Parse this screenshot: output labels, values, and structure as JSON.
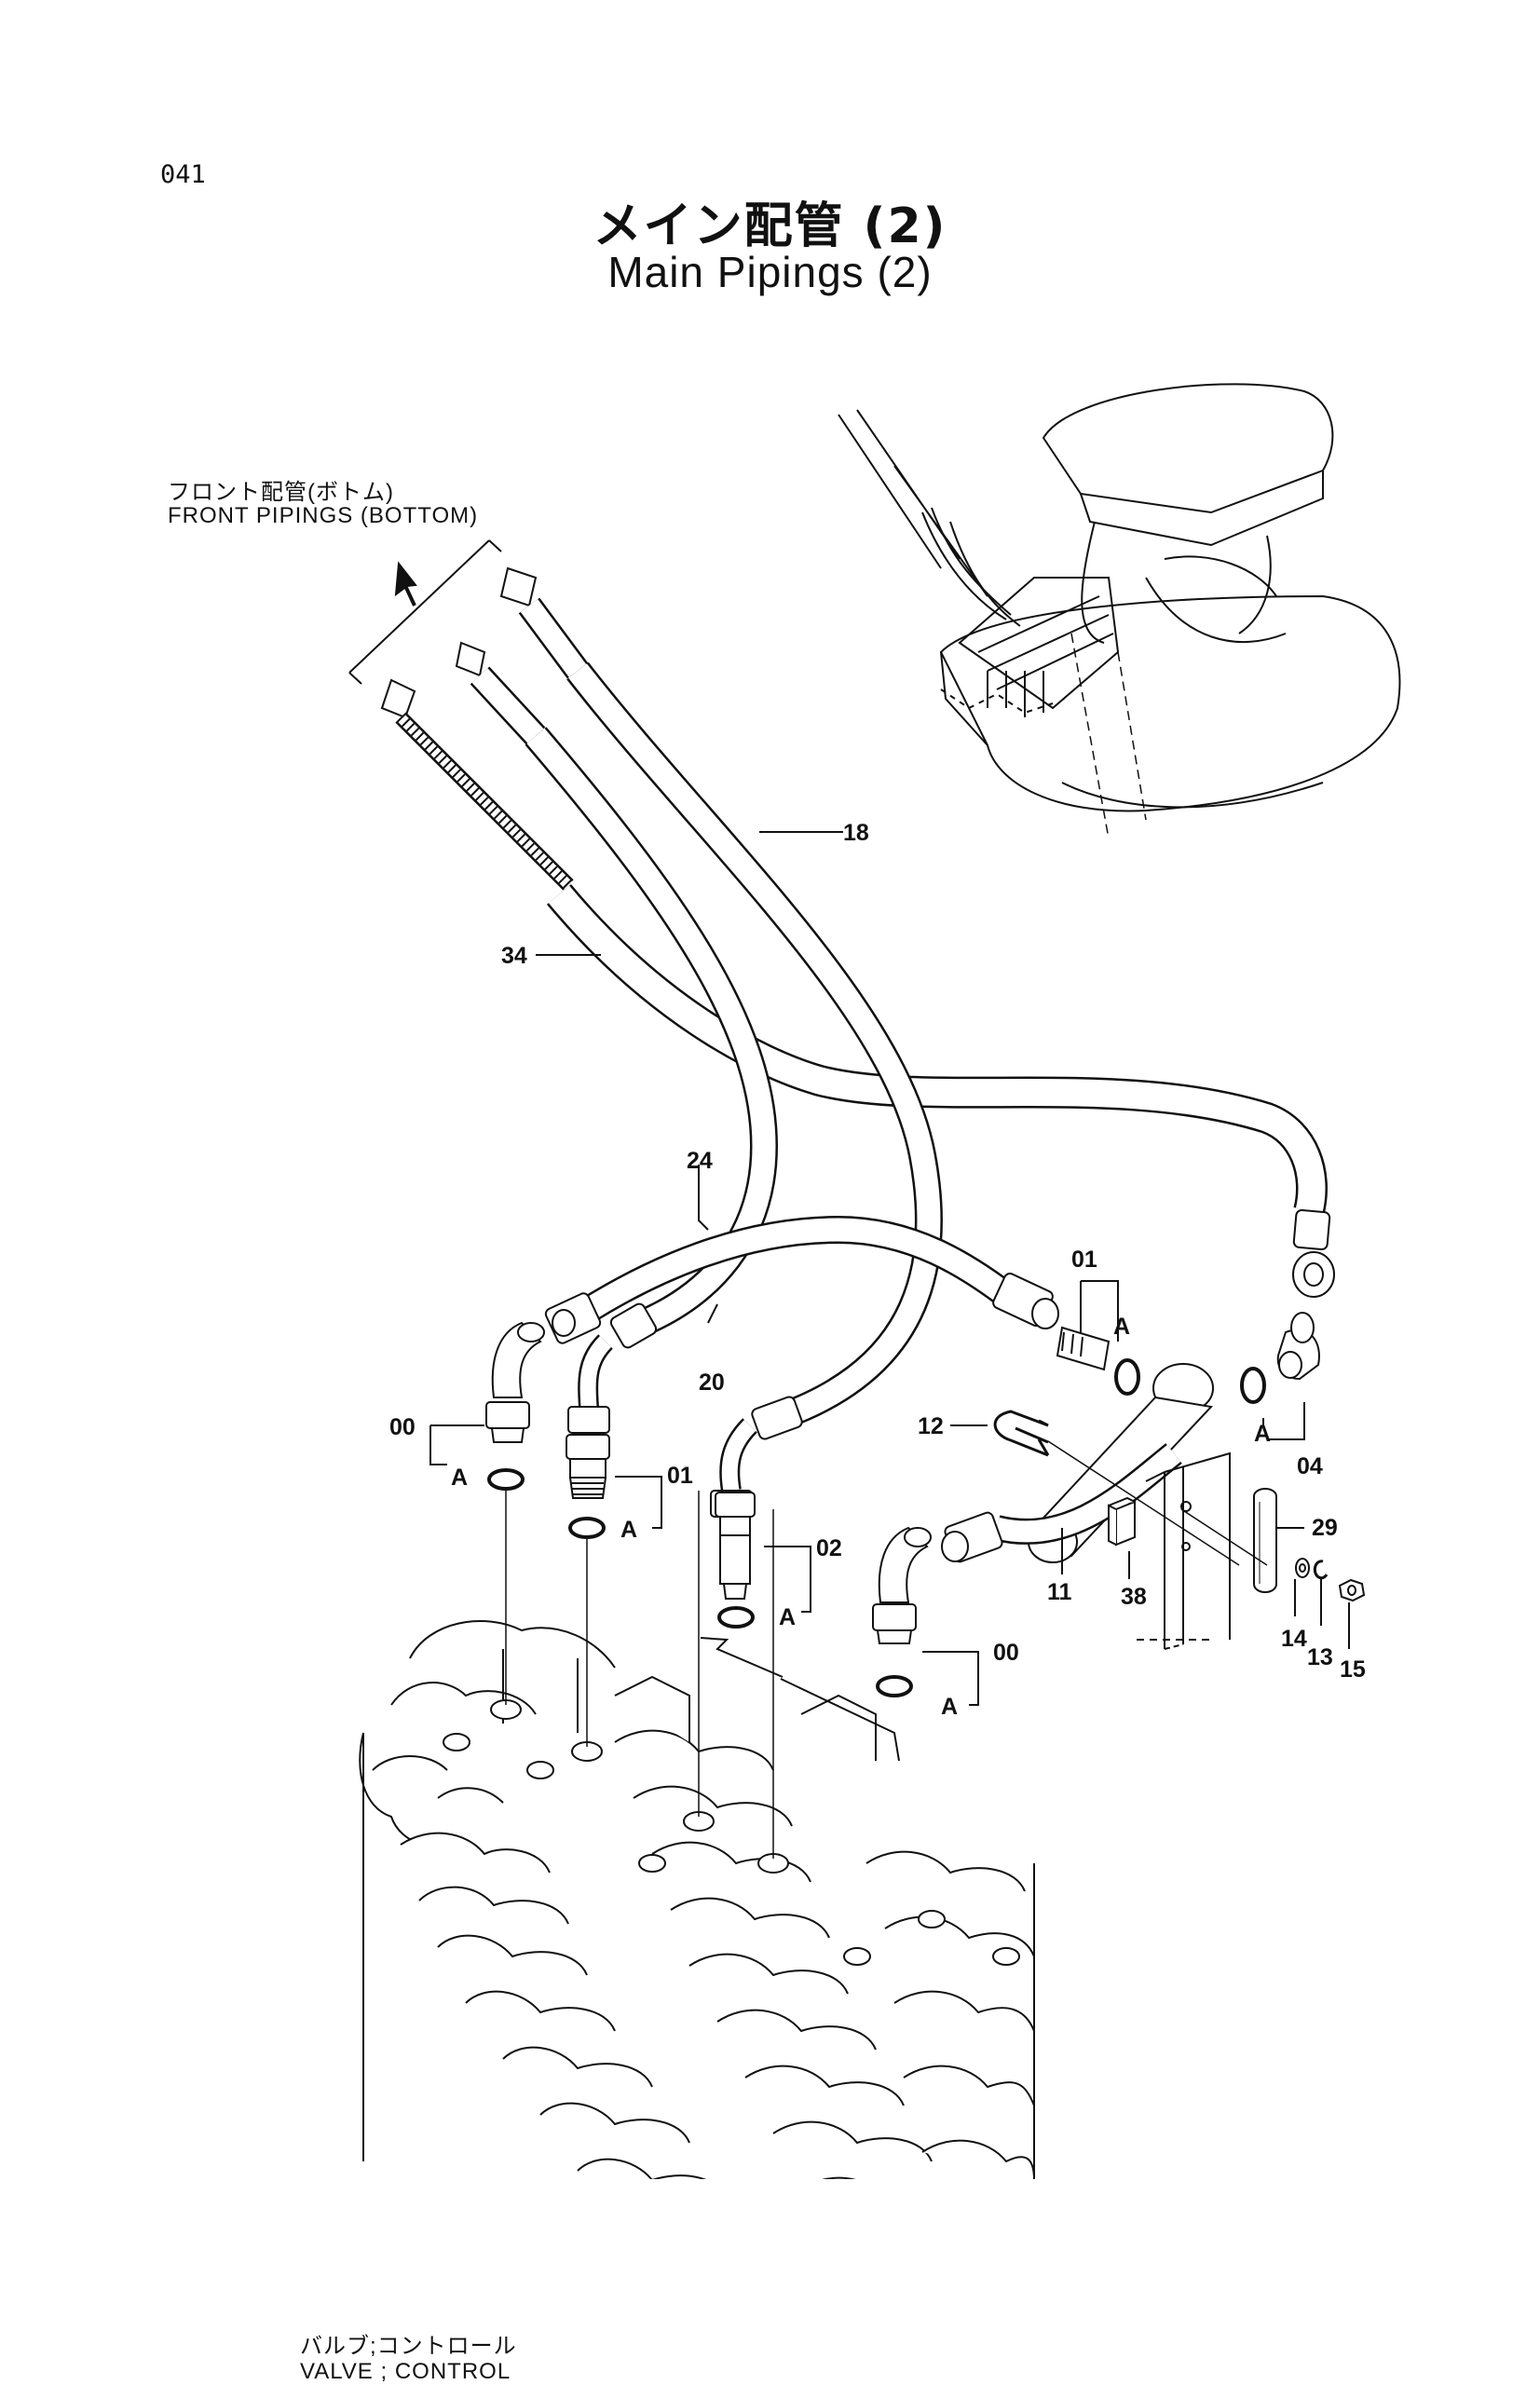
{
  "page_number": "041",
  "title_jp": "メイン配管 (2)",
  "title_en": "Main Pipings (2)",
  "notes": {
    "front_jp": "フロント配管(ボトム)",
    "front_en": "FRONT  PIPINGS (BOTTOM)",
    "valve_jp": "バルブ;コントロール",
    "valve_en": "VALVE ; CONTROL"
  },
  "callouts": {
    "c18": "18",
    "c34": "34",
    "c24": "24",
    "c20": "20",
    "c01a": "01",
    "c01b": "01",
    "c00a": "00",
    "c00b": "00",
    "c02": "02",
    "c04": "04",
    "c12": "12",
    "c11": "11",
    "c38": "38",
    "c29": "29",
    "c14": "14",
    "c13": "13",
    "c15": "15",
    "a1": "A",
    "a2": "A",
    "a3": "A",
    "a4": "A",
    "a5": "A",
    "a6": "A"
  }
}
